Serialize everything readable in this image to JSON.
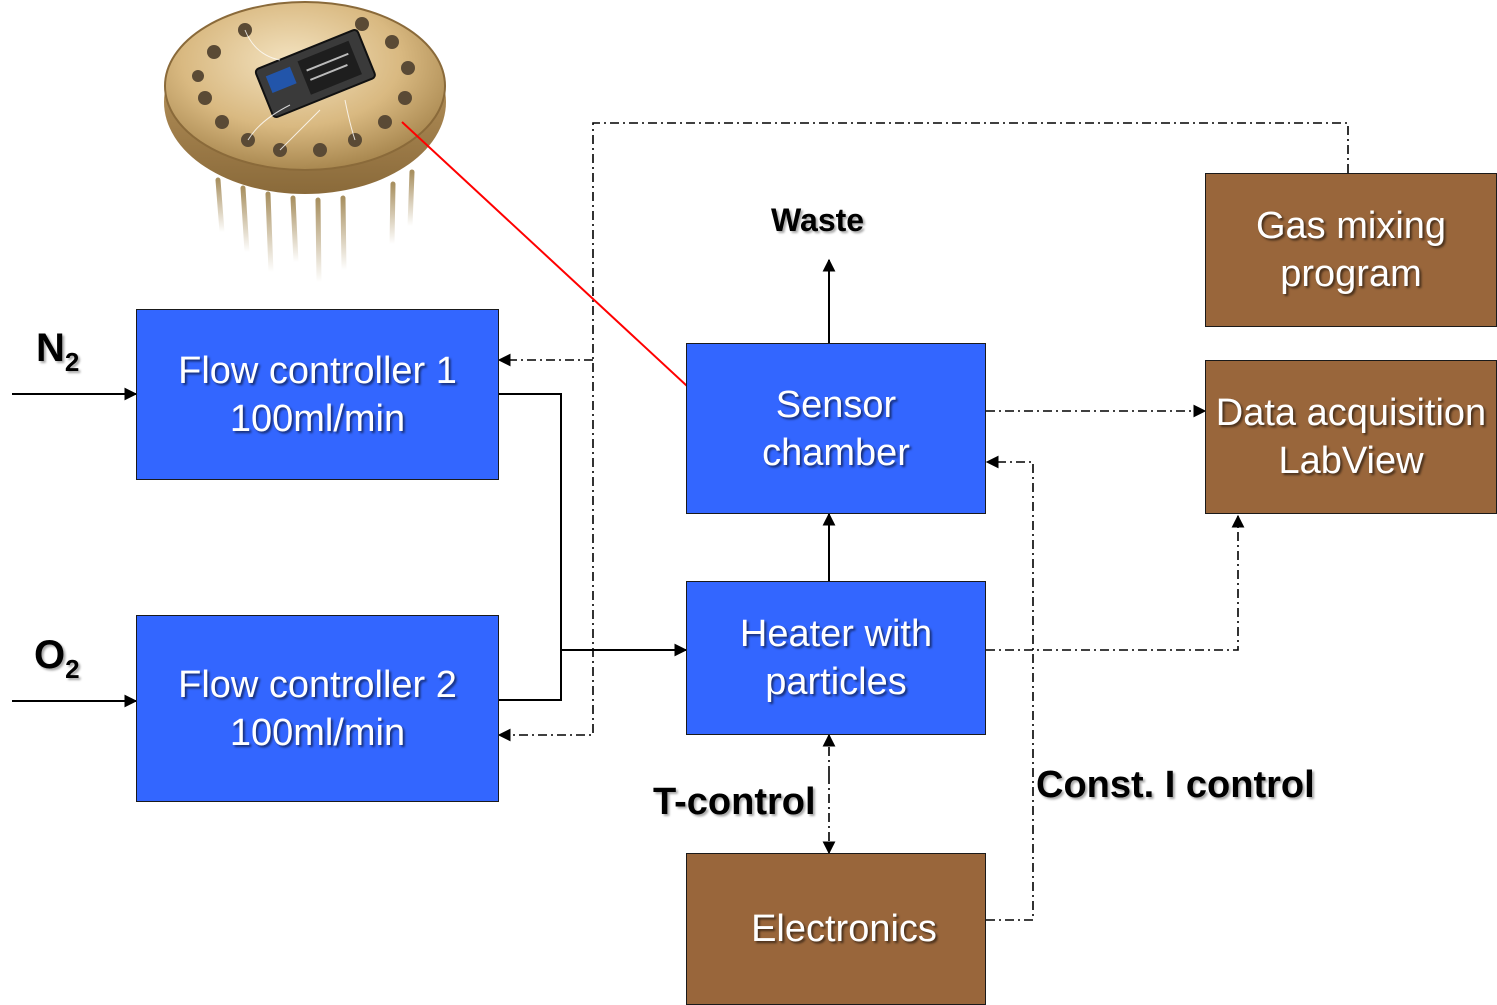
{
  "photo": {
    "name": "TO-can sensor package"
  },
  "gases": {
    "n2": {
      "symbol": "N",
      "subscript": "2"
    },
    "o2": {
      "symbol": "O",
      "subscript": "2"
    }
  },
  "boxes": {
    "flow1": {
      "line1": "Flow controller 1",
      "line2": "100ml/min"
    },
    "flow2": {
      "line1": "Flow controller 2",
      "line2": "100ml/min"
    },
    "sensor": {
      "line1": "Sensor",
      "line2": "chamber"
    },
    "heater": {
      "line1": "Heater with",
      "line2": "particles"
    },
    "electronics": {
      "line1": "Electronics"
    },
    "gas_mixing": {
      "line1": "Gas mixing",
      "line2": "program"
    },
    "data_acq": {
      "line1": "Data acquisition",
      "line2": "LabView"
    }
  },
  "labels": {
    "waste": "Waste",
    "t_control": "T-control",
    "const_i": "Const. I control"
  },
  "colors": {
    "process_box": "#3366ff",
    "control_box": "#99663b",
    "pointer_arrow": "#ff0000",
    "line": "#000000"
  }
}
